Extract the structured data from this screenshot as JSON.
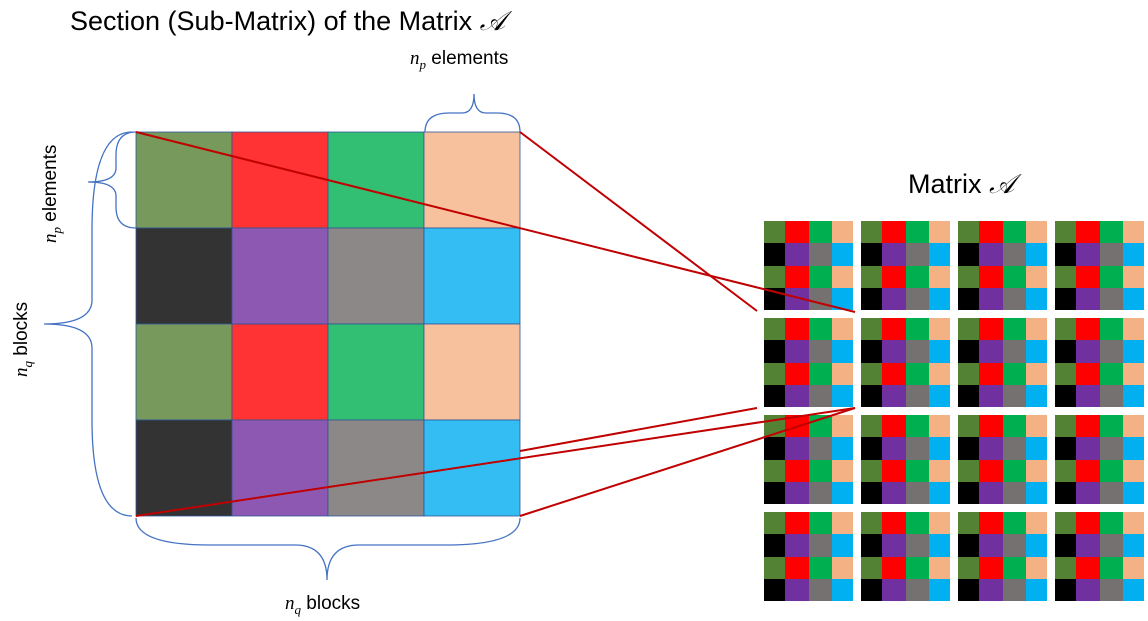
{
  "section_title": {
    "text": "Section (Sub-Matrix) of the Matrix ",
    "symbol": "𝒜"
  },
  "matrix_title": {
    "text": "Matrix ",
    "symbol": "𝒜"
  },
  "labels": {
    "np_top": {
      "var": "n",
      "sub": "p",
      "text": " elements"
    },
    "np_left": {
      "var": "n",
      "sub": "p",
      "text": " elements"
    },
    "nq_left": {
      "var": "n",
      "sub": "q",
      "text": " blocks"
    },
    "nq_bottom": {
      "var": "n",
      "sub": "q",
      "text": " blocks"
    }
  },
  "section_grid": {
    "rows": 4,
    "cols": 4,
    "colors": [
      [
        "#77995c",
        "#ff3333",
        "#33bf73",
        "#f7c19e"
      ],
      [
        "#333333",
        "#8c58b2",
        "#8c8887",
        "#33bdf2"
      ],
      [
        "#77995c",
        "#ff3333",
        "#33bf73",
        "#f7c19e"
      ],
      [
        "#333333",
        "#8c58b2",
        "#8c8887",
        "#33bdf2"
      ]
    ]
  },
  "matrix_grid": {
    "block_rows": 4,
    "block_cols": 4,
    "block_colors": [
      [
        "#548235",
        "#ff0000",
        "#00b050",
        "#f4b183"
      ],
      [
        "#000000",
        "#7030a0",
        "#767171",
        "#00b0f0"
      ],
      [
        "#548235",
        "#ff0000",
        "#00b050",
        "#f4b183"
      ],
      [
        "#000000",
        "#7030a0",
        "#767171",
        "#00b0f0"
      ]
    ]
  },
  "colors": {
    "brace": "#4472c4",
    "connector": "#c00000",
    "grid_border": "#2f5597"
  }
}
